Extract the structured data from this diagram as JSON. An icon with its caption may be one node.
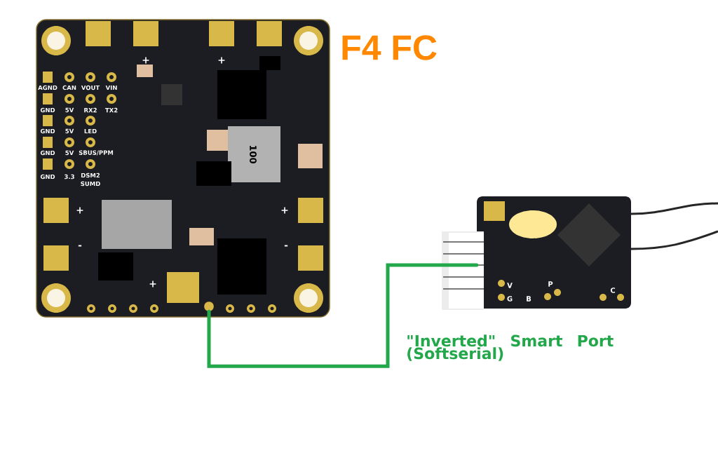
{
  "diagram": {
    "nodes": [
      {
        "text": [],
        "shape": "picture",
        "beside": [
          "F4 FC"
        ]
      },
      {
        "text": [],
        "shape": "picture"
      },
      {
        "text": [],
        "shape": "circle",
        "in": 0
      }
    ],
    "edges": [
      {
        "from": 2,
        "to": 1,
        "arrow": "none",
        "label": "\"Inverted\" Smart Port (Softserial)",
        "color": "#22a84a"
      }
    ],
    "labels": [
      "+",
      "+",
      "AGND",
      "CAN",
      "VOUT",
      "VIN",
      "GND",
      "5V",
      "RX2",
      "TX2",
      "GND",
      "5V",
      "LED",
      "GND",
      "5V",
      "SBUS/PPM",
      "GND",
      "3.3",
      "DSM2 SUMD",
      "100",
      "+",
      "+",
      "-",
      "-",
      "+",
      "V",
      "P",
      "G",
      "B",
      "C"
    ]
  }
}
